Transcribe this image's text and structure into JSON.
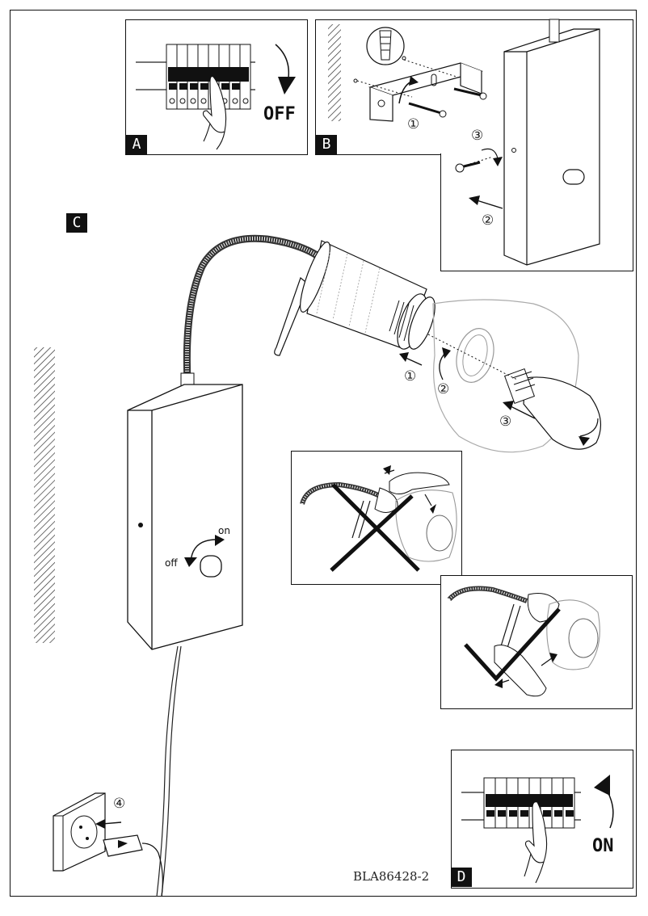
{
  "panels": {
    "a": {
      "badge": "A",
      "switch_label": "OFF"
    },
    "b": {
      "badge": "B",
      "steps": [
        "①",
        "②",
        "③"
      ]
    },
    "c": {
      "badge": "C",
      "steps": [
        "①",
        "②",
        "③"
      ],
      "switch_on": "on",
      "switch_off": "off"
    },
    "d": {
      "badge": "D",
      "switch_label": "ON"
    }
  },
  "plug_step": "④",
  "document_code": "BLA86428-2"
}
